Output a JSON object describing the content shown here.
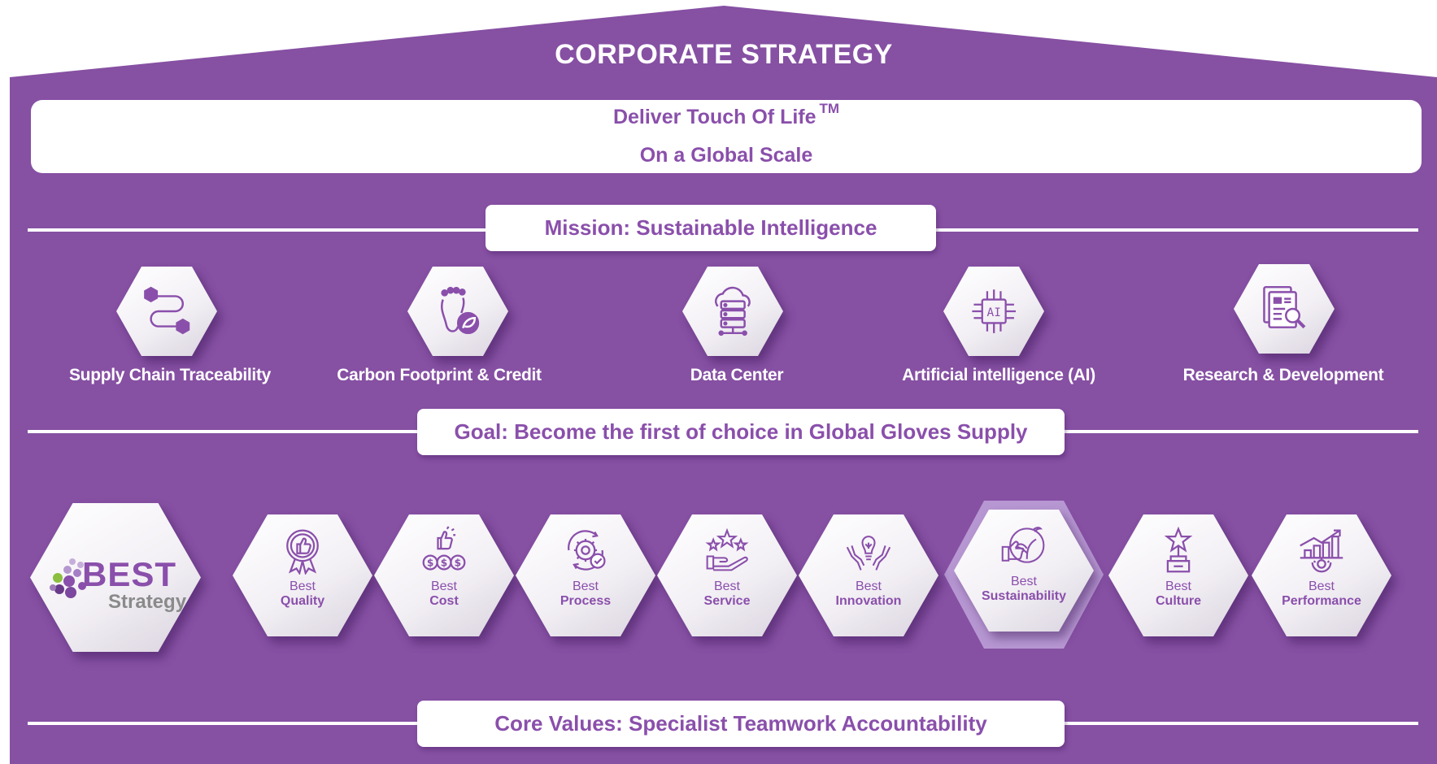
{
  "colors": {
    "purple": "#8650a3",
    "text_purple": "#8a4fab",
    "highlight": "#b797d2",
    "white": "#ffffff"
  },
  "title": "CORPORATE STRATEGY",
  "vision": {
    "line1": "Deliver  Touch Of Life",
    "tm": "TM",
    "line2": "On a Global Scale"
  },
  "mission": {
    "label": "Mission: Sustainable Intelligence"
  },
  "mission_items": [
    {
      "label": "Supply Chain Traceability",
      "icon": "supply-chain-icon"
    },
    {
      "label": "Carbon Footprint & Credit",
      "icon": "footprint-leaf-icon"
    },
    {
      "label": "Data Center",
      "icon": "cloud-server-icon"
    },
    {
      "label": "Artificial intelligence (AI)",
      "icon": "ai-chip-icon"
    },
    {
      "label": "Research & Development",
      "icon": "document-magnifier-icon"
    }
  ],
  "goal": {
    "label": "Goal: Become the first of choice in Global Gloves Supply"
  },
  "best_logo": {
    "word1": "BEST",
    "word2": "Strategy"
  },
  "best_items": [
    {
      "word1": "Best",
      "word2": "Quality",
      "icon": "thumbs-up-badge-icon"
    },
    {
      "word1": "Best",
      "word2": "Cost",
      "icon": "dollar-coins-icon"
    },
    {
      "word1": "Best",
      "word2": "Process",
      "icon": "gear-check-icon"
    },
    {
      "word1": "Best",
      "word2": "Service",
      "icon": "stars-hand-icon"
    },
    {
      "word1": "Best",
      "word2": "Innovation",
      "icon": "lightbulb-hands-icon"
    },
    {
      "word1": "Best",
      "word2": "Sustainability",
      "icon": "globe-leaf-hand-icon",
      "highlighted": true
    },
    {
      "word1": "Best",
      "word2": "Culture",
      "icon": "trophy-star-icon"
    },
    {
      "word1": "Best",
      "word2": "Performance",
      "icon": "growth-chart-icon"
    }
  ],
  "core_values": {
    "label": "Core Values: Specialist Teamwork Accountability"
  }
}
